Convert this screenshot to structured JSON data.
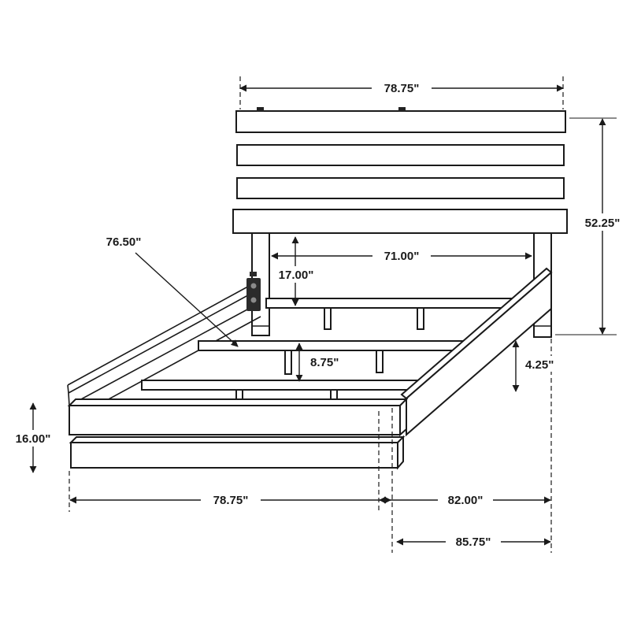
{
  "diagram": {
    "type": "technical-dimension-drawing",
    "subject": "platform bed frame with plank headboard, side rails, slats and footboard",
    "labels": {
      "headboard_width": "78.75\"",
      "overall_height": "52.25\"",
      "inner_width": "71.00\"",
      "headboard_leg_height": "17.00\"",
      "rail_length": "76.50\"",
      "slat_support_height": "8.75\"",
      "rail_drop": "4.25\"",
      "footboard_height": "16.00\"",
      "footboard_width": "78.75\"",
      "frame_length": "82.00\"",
      "overall_length": "85.75\""
    }
  }
}
